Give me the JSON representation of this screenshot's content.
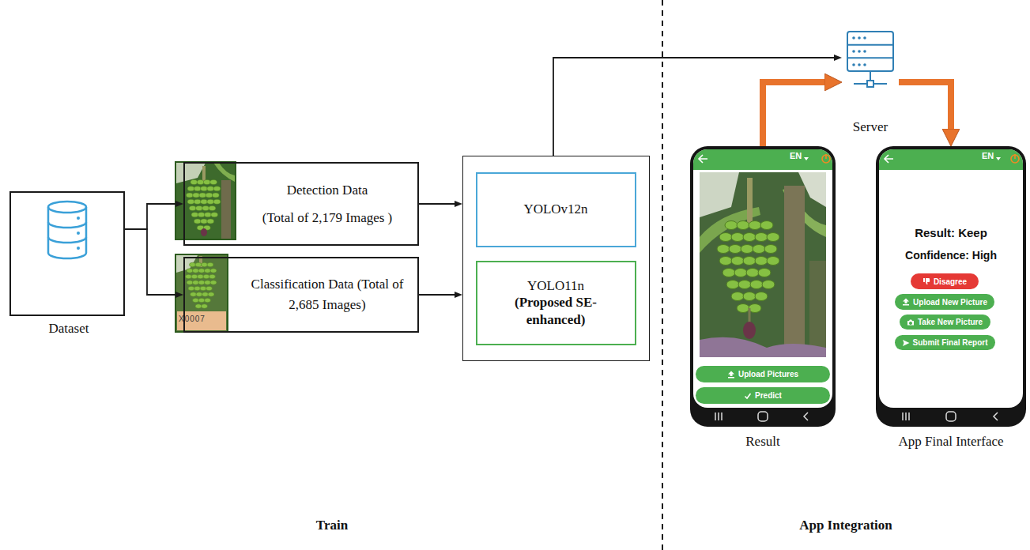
{
  "diagram": {
    "nodes": [
      {
        "text": [
          "Dataset"
        ]
      },
      {
        "text": [
          "Detection Data",
          "(Total of 2,179 Images )"
        ]
      },
      {
        "text": [
          "Classification Data (Total of 2,685 Images)"
        ]
      },
      {
        "text": []
      },
      {
        "text": [
          "YOLOv12n"
        ],
        "in": 3
      },
      {
        "text": [
          "YOLO11n",
          "(Proposed SE-enhanced)"
        ],
        "in": 3
      },
      {
        "text": [
          "Server"
        ]
      },
      {
        "text": [
          "EN",
          "Result"
        ]
      },
      {
        "text": [
          "Upload Pictures"
        ],
        "in": 7
      },
      {
        "text": [
          "Predict"
        ],
        "in": 7
      },
      {
        "text": [
          "EN",
          "Result: Keep",
          "Confidence: High",
          "App Final Interface"
        ]
      },
      {
        "text": [
          "Disagree"
        ],
        "in": 10
      },
      {
        "text": [
          "Upload New Picture"
        ],
        "in": 10
      },
      {
        "text": [
          "Take New Picture"
        ],
        "in": 10
      },
      {
        "text": [
          "Submit Final Report"
        ],
        "in": 10
      }
    ],
    "edges": [
      {
        "from": 0,
        "to": 1,
        "arrow": "to"
      },
      {
        "from": 0,
        "to": 2,
        "arrow": "to"
      },
      {
        "from": 1,
        "to": 3,
        "arrow": "to"
      },
      {
        "from": 2,
        "to": 3,
        "arrow": "to"
      },
      {
        "from": 3,
        "to": 6,
        "arrow": "to"
      },
      {
        "from": 7,
        "to": 6,
        "arrow": "to"
      },
      {
        "from": 6,
        "to": 10,
        "arrow": "to"
      }
    ],
    "labels": [
      "X0007",
      "Train",
      "App Integration"
    ]
  }
}
